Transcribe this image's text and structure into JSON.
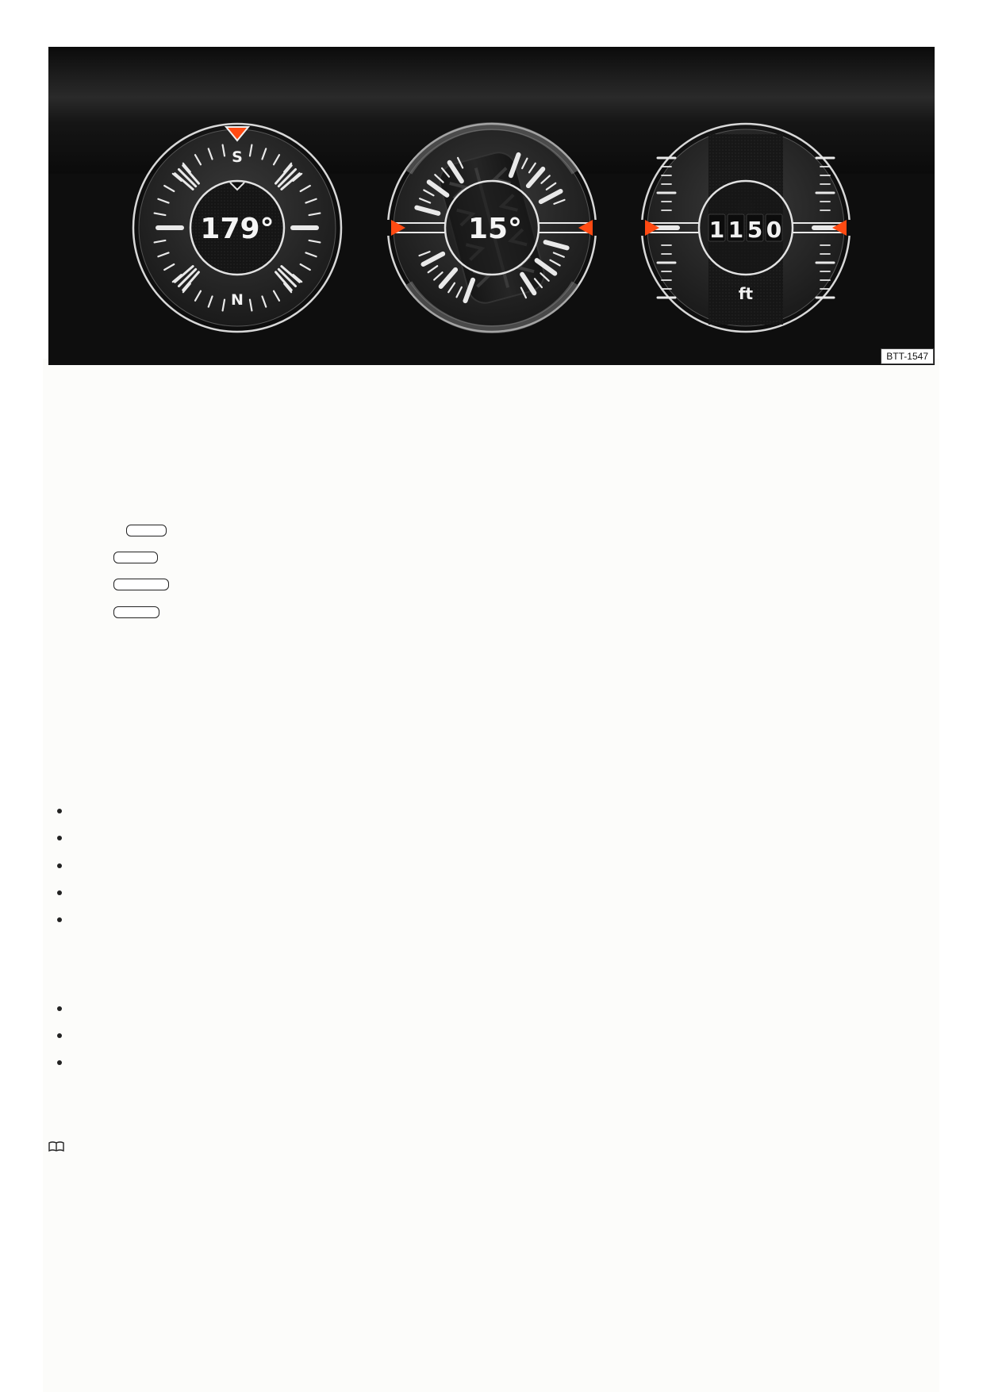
{
  "figure": {
    "code": "BTT-1547",
    "compass": {
      "heading": "179°",
      "top_letter": "S",
      "bottom_letter": "N"
    },
    "inclination": {
      "angle": "15°"
    },
    "altimeter": {
      "digits": [
        "1",
        "1",
        "5",
        "0"
      ],
      "unit": "ft"
    }
  },
  "colors": {
    "figure_background": "#0e0e0e",
    "marker_orange": "#ff4a12",
    "dial_white": "#e9e9e9"
  },
  "icons": [
    "book-icon"
  ]
}
